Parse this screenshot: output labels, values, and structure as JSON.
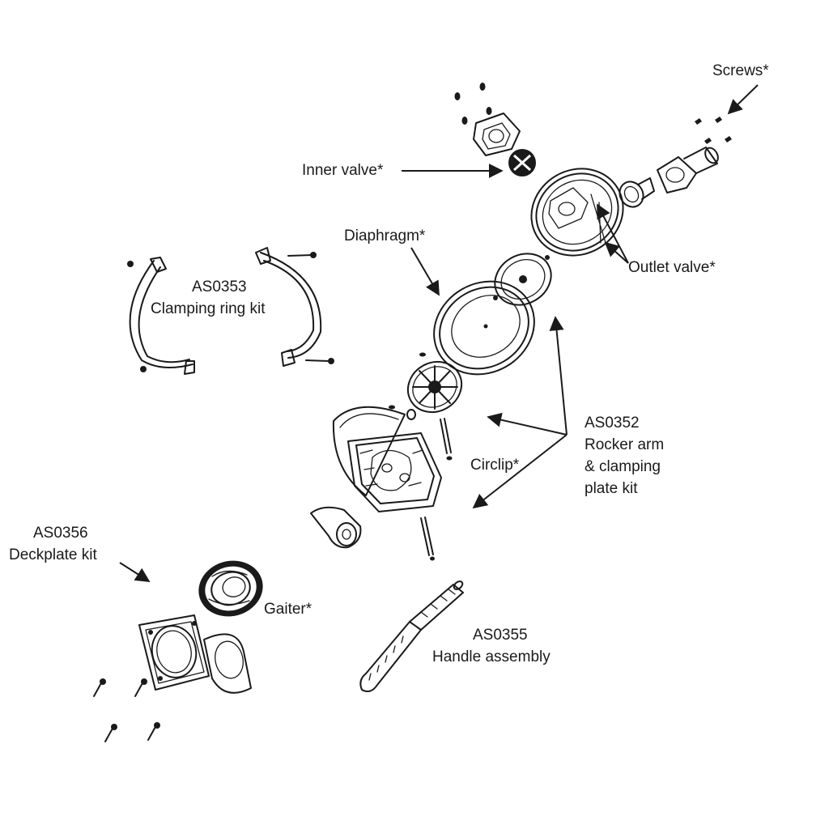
{
  "labels": {
    "screws": "Screws*",
    "inner_valve": "Inner valve*",
    "diaphragm": "Diaphragm*",
    "outlet_valve": "Outlet valve*",
    "clamping_ring_code": "AS0353",
    "clamping_ring_name": "Clamping ring kit",
    "rocker_code": "AS0352",
    "rocker_line1": "Rocker arm",
    "rocker_line2": "& clamping",
    "rocker_line3": "plate kit",
    "circlip": "Circlip*",
    "deckplate_code": "AS0356",
    "deckplate_name": "Deckplate kit",
    "gaiter": "Gaiter*",
    "handle_code": "AS0355",
    "handle_name": "Handle assembly"
  }
}
